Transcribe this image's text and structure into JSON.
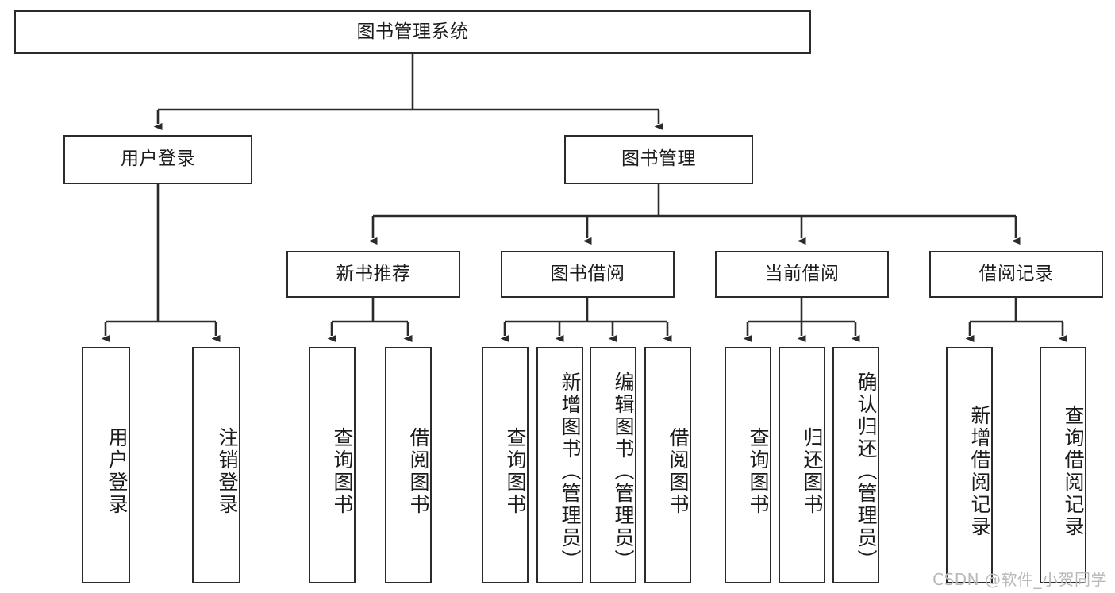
{
  "diagram": {
    "type": "tree",
    "title": "图书管理系统",
    "orientation": "top-down",
    "line_color": "#2b2b2b",
    "box_fill": "#ffffff",
    "text_color": "#1b1b1b"
  },
  "root": {
    "label": "图书管理系统"
  },
  "level2": [
    {
      "label": "用户登录"
    },
    {
      "label": "图书管理"
    }
  ],
  "level3": [
    {
      "label": "新书推荐"
    },
    {
      "label": "图书借阅"
    },
    {
      "label": "当前借阅"
    },
    {
      "label": "借阅记录"
    }
  ],
  "leaves": {
    "user_login": [
      {
        "label": "用户登录"
      },
      {
        "label": "注销登录"
      }
    ],
    "new_book_rec": [
      {
        "label": "查询图书"
      },
      {
        "label": "借阅图书"
      }
    ],
    "book_borrow": [
      {
        "label": "查询图书"
      },
      {
        "label": "新增图书（管理员）"
      },
      {
        "label": "编辑图书（管理员）"
      },
      {
        "label": "借阅图书"
      }
    ],
    "current_borrow": [
      {
        "label": "查询图书"
      },
      {
        "label": "归还图书"
      },
      {
        "label": "确认归还（管理员）"
      }
    ],
    "borrow_record": [
      {
        "label": "新增借阅记录"
      },
      {
        "label": "查询借阅记录"
      }
    ]
  },
  "watermark": {
    "text": "CSDN @软件_小贺同学",
    "color": "#b9b9b9"
  }
}
